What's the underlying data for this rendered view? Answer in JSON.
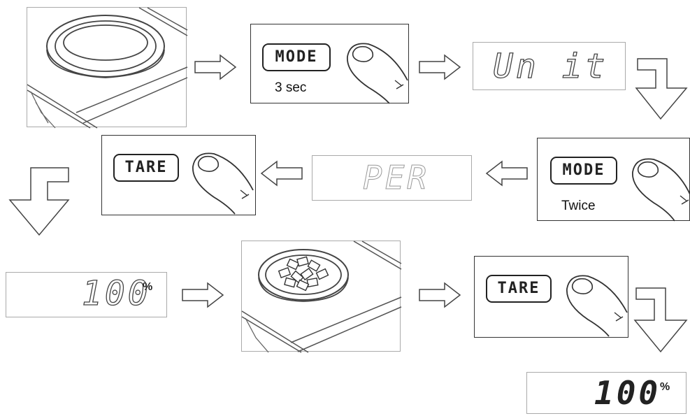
{
  "steps": {
    "mode_hold": {
      "key": "MODE",
      "caption": "3 sec"
    },
    "unit_display": {
      "text": "Un it"
    },
    "mode_twice": {
      "key": "MODE",
      "caption": "Twice"
    },
    "per_display": {
      "text": "PER"
    },
    "tare_first": {
      "key": "TARE"
    },
    "display_100_outline": {
      "value": "100",
      "unit": "%"
    },
    "tare_second": {
      "key": "TARE"
    },
    "display_100_final": {
      "value": "100",
      "unit": "%"
    }
  },
  "icons": [
    "scale-pan",
    "finger",
    "right-arrow",
    "left-arrow",
    "turn-down-arrow",
    "sample-pieces"
  ],
  "colors": {
    "line": "#333333",
    "faint_line": "#999999",
    "background": "#ffffff"
  }
}
